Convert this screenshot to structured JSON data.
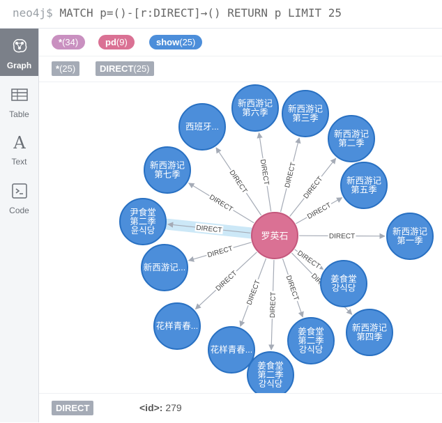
{
  "query": {
    "prompt": "neo4j$",
    "text": "MATCH p=()-[r:DIRECT]→() RETURN p LIMIT 25"
  },
  "sidebar": [
    {
      "label": "Graph",
      "icon": "graph-icon",
      "active": true
    },
    {
      "label": "Table",
      "icon": "table-icon",
      "active": false
    },
    {
      "label": "Text",
      "icon": "text-icon",
      "active": false
    },
    {
      "label": "Code",
      "icon": "code-icon",
      "active": false
    }
  ],
  "labels_row": [
    {
      "name": "*",
      "count": "(34)",
      "color": "#c990c0",
      "text_color": "#ffffff"
    },
    {
      "name": "pd",
      "count": "(9)",
      "color": "#da7194",
      "text_color": "#ffffff"
    },
    {
      "name": "show",
      "count": "(25)",
      "color": "#4c8eda",
      "text_color": "#ffffff"
    }
  ],
  "rels_row": [
    {
      "name": "*",
      "count": "(25)"
    },
    {
      "name": "DIRECT",
      "count": "(25)"
    }
  ],
  "graph": {
    "center": {
      "label": "罗英石",
      "color": "#da7194"
    },
    "edge_label": "DIRECT",
    "node_color": "#4c8eda",
    "nodes": [
      {
        "lines": [
          "新西游记",
          "第六季"
        ]
      },
      {
        "lines": [
          "新西游记",
          "第三季"
        ]
      },
      {
        "lines": [
          "新西游记",
          "第二季"
        ]
      },
      {
        "lines": [
          "新西游记",
          "第五季"
        ]
      },
      {
        "lines": [
          "新西游记",
          "第一季"
        ]
      },
      {
        "lines": [
          "姜食堂",
          "강식당"
        ]
      },
      {
        "lines": [
          "新西游记",
          "第四季"
        ]
      },
      {
        "lines": [
          "姜食堂",
          "第二季",
          "강식당"
        ]
      },
      {
        "lines": [
          "姜食堂",
          "第二季",
          "강식당"
        ]
      },
      {
        "lines": [
          "花样青春..."
        ]
      },
      {
        "lines": [
          "花样青春..."
        ]
      },
      {
        "lines": [
          "新西游记..."
        ]
      },
      {
        "lines": [
          "尹食堂",
          "第二季",
          "윤식당"
        ]
      },
      {
        "lines": [
          "新西游记",
          "第七季"
        ]
      },
      {
        "lines": [
          "西班牙..."
        ]
      }
    ],
    "selected_index": 12
  },
  "footer": {
    "type": "DIRECT",
    "key": "<id>:",
    "value": "279"
  }
}
